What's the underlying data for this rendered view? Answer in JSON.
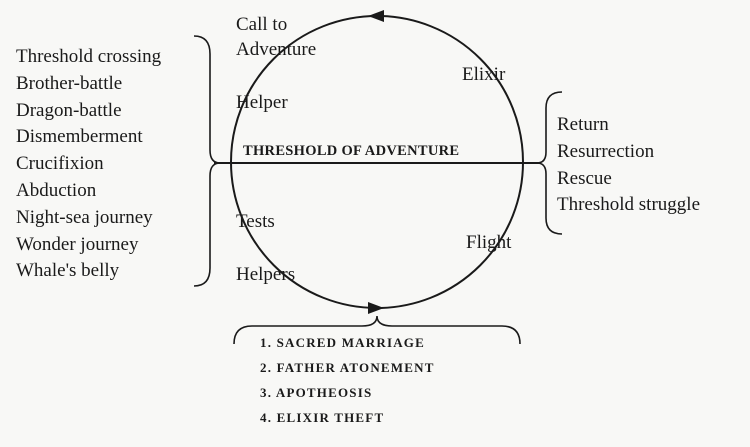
{
  "circle_labels": {
    "call_to_adventure_line1": "Call to",
    "call_to_adventure_line2": "Adventure",
    "helper": "Helper",
    "elixir": "Elixir",
    "tests": "Tests",
    "helpers": "Helpers",
    "flight": "Flight"
  },
  "threshold_label": "THRESHOLD OF ADVENTURE",
  "left_list": [
    "Threshold crossing",
    "Brother-battle",
    "Dragon-battle",
    "Dismemberment",
    "Crucifixion",
    "Abduction",
    "Night-sea journey",
    "Wonder journey",
    "Whale's belly"
  ],
  "right_list": [
    "Return",
    "Resurrection",
    "Rescue",
    "Threshold struggle"
  ],
  "bottom_list": [
    "1. SACRED MARRIAGE",
    "2. FATHER ATONEMENT",
    "3. APOTHEOSIS",
    "4. ELIXIR THEFT"
  ],
  "colors": {
    "ink": "#1a1a1a",
    "paper": "#f8f8f6"
  }
}
